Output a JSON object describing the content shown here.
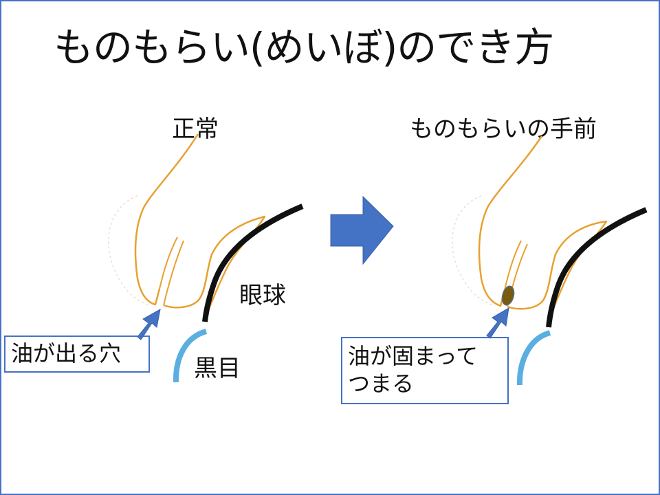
{
  "title": "ものもらい(めいぼ)のでき方",
  "colors": {
    "frame": "#4472c4",
    "arrow": "#4472c4",
    "gland_outline": "#e8a030",
    "eyeball_line": "#111111",
    "cornea_line": "#5aaee0",
    "clog": "#7a5a10"
  },
  "panels": {
    "normal": {
      "heading": "正常",
      "eyeball_label": "眼球",
      "cornea_label": "黒目",
      "callout": "油が出る穴"
    },
    "before": {
      "heading": "ものもらいの手前",
      "callout_line1": "油が固まって",
      "callout_line2": "つまる"
    }
  },
  "icons": {
    "transition": "right-arrow-icon",
    "pointer": "up-right-arrow-icon"
  }
}
